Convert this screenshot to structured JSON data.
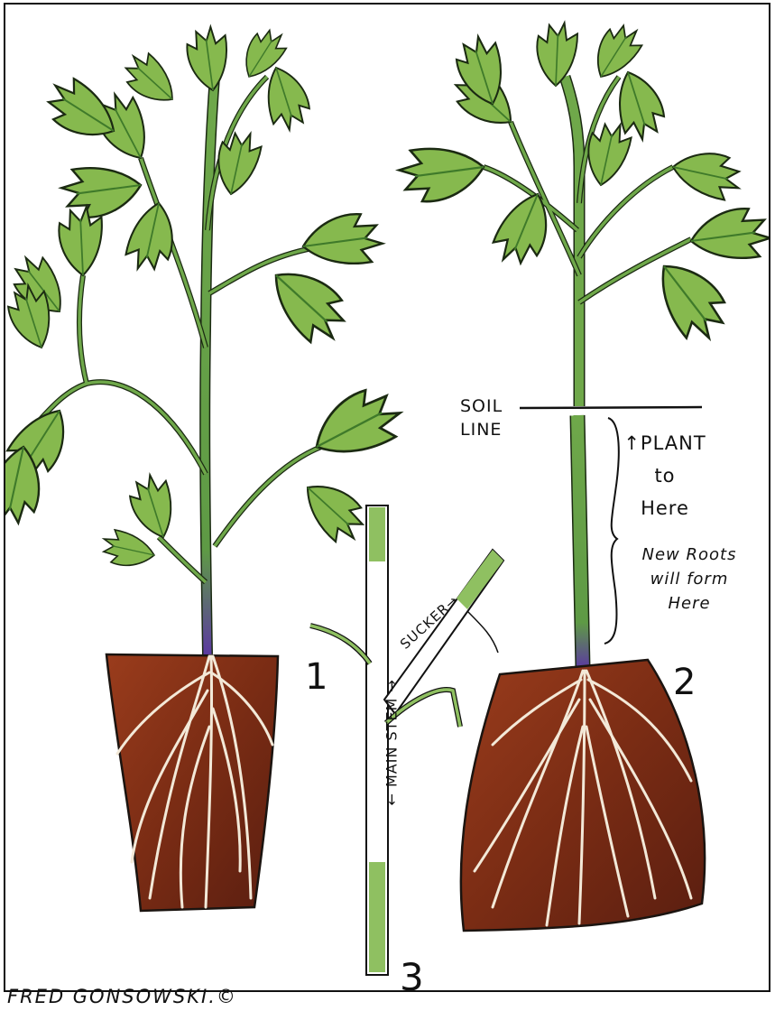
{
  "labels": {
    "soil_line": [
      "SOIL",
      "LINE"
    ],
    "plant_to_here": [
      "↑PLANT",
      "to",
      "Here"
    ],
    "new_roots": [
      "New Roots",
      "will form",
      "Here"
    ],
    "main_stem": "← MAIN STEM →",
    "sucker": "SUCKER→",
    "figure_1": "1",
    "figure_2": "2",
    "figure_3": "3",
    "credit": "FRED GONSOWSKI.©"
  },
  "colors": {
    "leaf": "#7fb34a",
    "leaf_dark": "#3f7a2a",
    "stem": "#6fa84a",
    "stem_purple": "#5b3aa0",
    "soil": "#8a3418",
    "soil_dark": "#4a1a10",
    "root": "#f3e9d8"
  }
}
